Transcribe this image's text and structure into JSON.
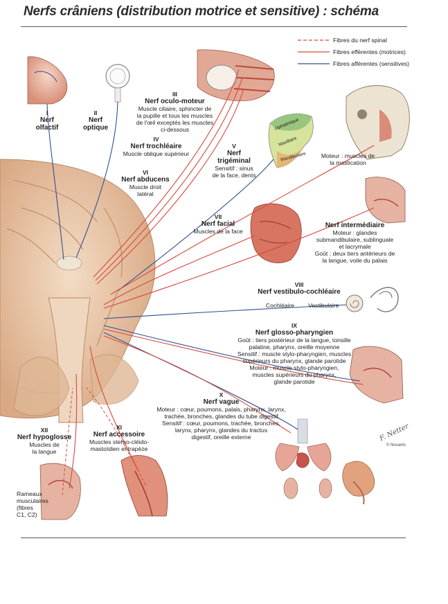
{
  "title": "Nerfs crâniens (distribution motrice et sensitive) : schéma",
  "legend": [
    {
      "label": "Fibres du nerf spinal",
      "color": "#d8473a",
      "style": "dashed"
    },
    {
      "label": "Fibres efférentes (motrices)",
      "color": "#d8473a",
      "style": "solid"
    },
    {
      "label": "Fibres afférentes (sensitives)",
      "color": "#2f4f93",
      "style": "solid"
    }
  ],
  "nerves": {
    "i": {
      "num": "I",
      "name_lines": [
        "Nerf",
        "olfactif"
      ]
    },
    "ii": {
      "num": "II",
      "name_lines": [
        "Nerf",
        "optique"
      ]
    },
    "iii": {
      "num": "III",
      "name": "Nerf oculo-moteur",
      "desc": [
        "Muscle ciliaire, sphincter de",
        "la pupille et tous les muscles",
        "de l'œil exceptés les muscles",
        "ci-dessous"
      ]
    },
    "iv": {
      "num": "IV",
      "name": "Nerf trochléaire",
      "desc": [
        "Muscle oblique supérieur"
      ]
    },
    "v": {
      "num": "V",
      "name_lines": [
        "Nerf",
        "trigéminal"
      ],
      "desc": [
        "Sensitif : sinus",
        "de la face, dents"
      ],
      "motor": [
        "Moteur : muscles de",
        "la mastication"
      ],
      "branches": [
        "Ophtalmique",
        "Maxillaire",
        "Mandibulaire"
      ]
    },
    "vi": {
      "num": "VI",
      "name": "Nerf abducens",
      "desc": [
        "Muscle droit",
        "latéral"
      ]
    },
    "vii": {
      "num": "VII",
      "name": "Nerf facial",
      "desc": [
        "Muscles de la face"
      ]
    },
    "intermediate": {
      "name": "Nerf intermédiaire",
      "desc": [
        "Moteur : glandes",
        "submandibulaire, sublinguale",
        "et lacrymale",
        "Goût : deux tiers antérieurs de",
        "la langue, voile du palais"
      ]
    },
    "viii": {
      "num": "VIII",
      "name": "Nerf vestibulo-cochléaire",
      "branches": [
        "Cochléaire",
        "Vestibulaire"
      ]
    },
    "ix": {
      "num": "IX",
      "name": "Nerf glosso-pharyngien",
      "desc": [
        "Goût : tiers postérieur de la langue, tonsille",
        "palatine, pharynx, oreille moyenne",
        "Sensitif : muscle stylo-pharyngien, muscles",
        "supérieurs du pharynx, glande parotide",
        "Moteur : muscle stylo-pharyngien,",
        "muscles supérieurs du pharynx,",
        "glande parotide"
      ]
    },
    "x": {
      "num": "X",
      "name": "Nerf vague",
      "desc": [
        "Moteur : cœur, poumons, palais, pharynx, larynx,",
        "trachée, bronches, glandes du tube digestif",
        "Sensitif : cœur, poumons, trachée, bronches,",
        "larynx, pharynx, glandes du tractus",
        "digestif, oreille externe"
      ]
    },
    "xi": {
      "num": "XI",
      "name": "Nerf accessoire",
      "desc": [
        "Muscles sterno-cléido-",
        "mastoïdien et trapèze"
      ]
    },
    "xii": {
      "num": "XII",
      "name": "Nerf hypoglosse",
      "desc": [
        "Muscles de",
        "la langue"
      ]
    }
  },
  "rameaux": [
    "Rameaux",
    "musculaires",
    "(fibres",
    "C1, C2)"
  ],
  "copyright": "© Novartis",
  "signature": "F. Netter",
  "colors": {
    "motor": "#d8473a",
    "sensory": "#2f4f93",
    "brain": "#e9c7a6"
  }
}
